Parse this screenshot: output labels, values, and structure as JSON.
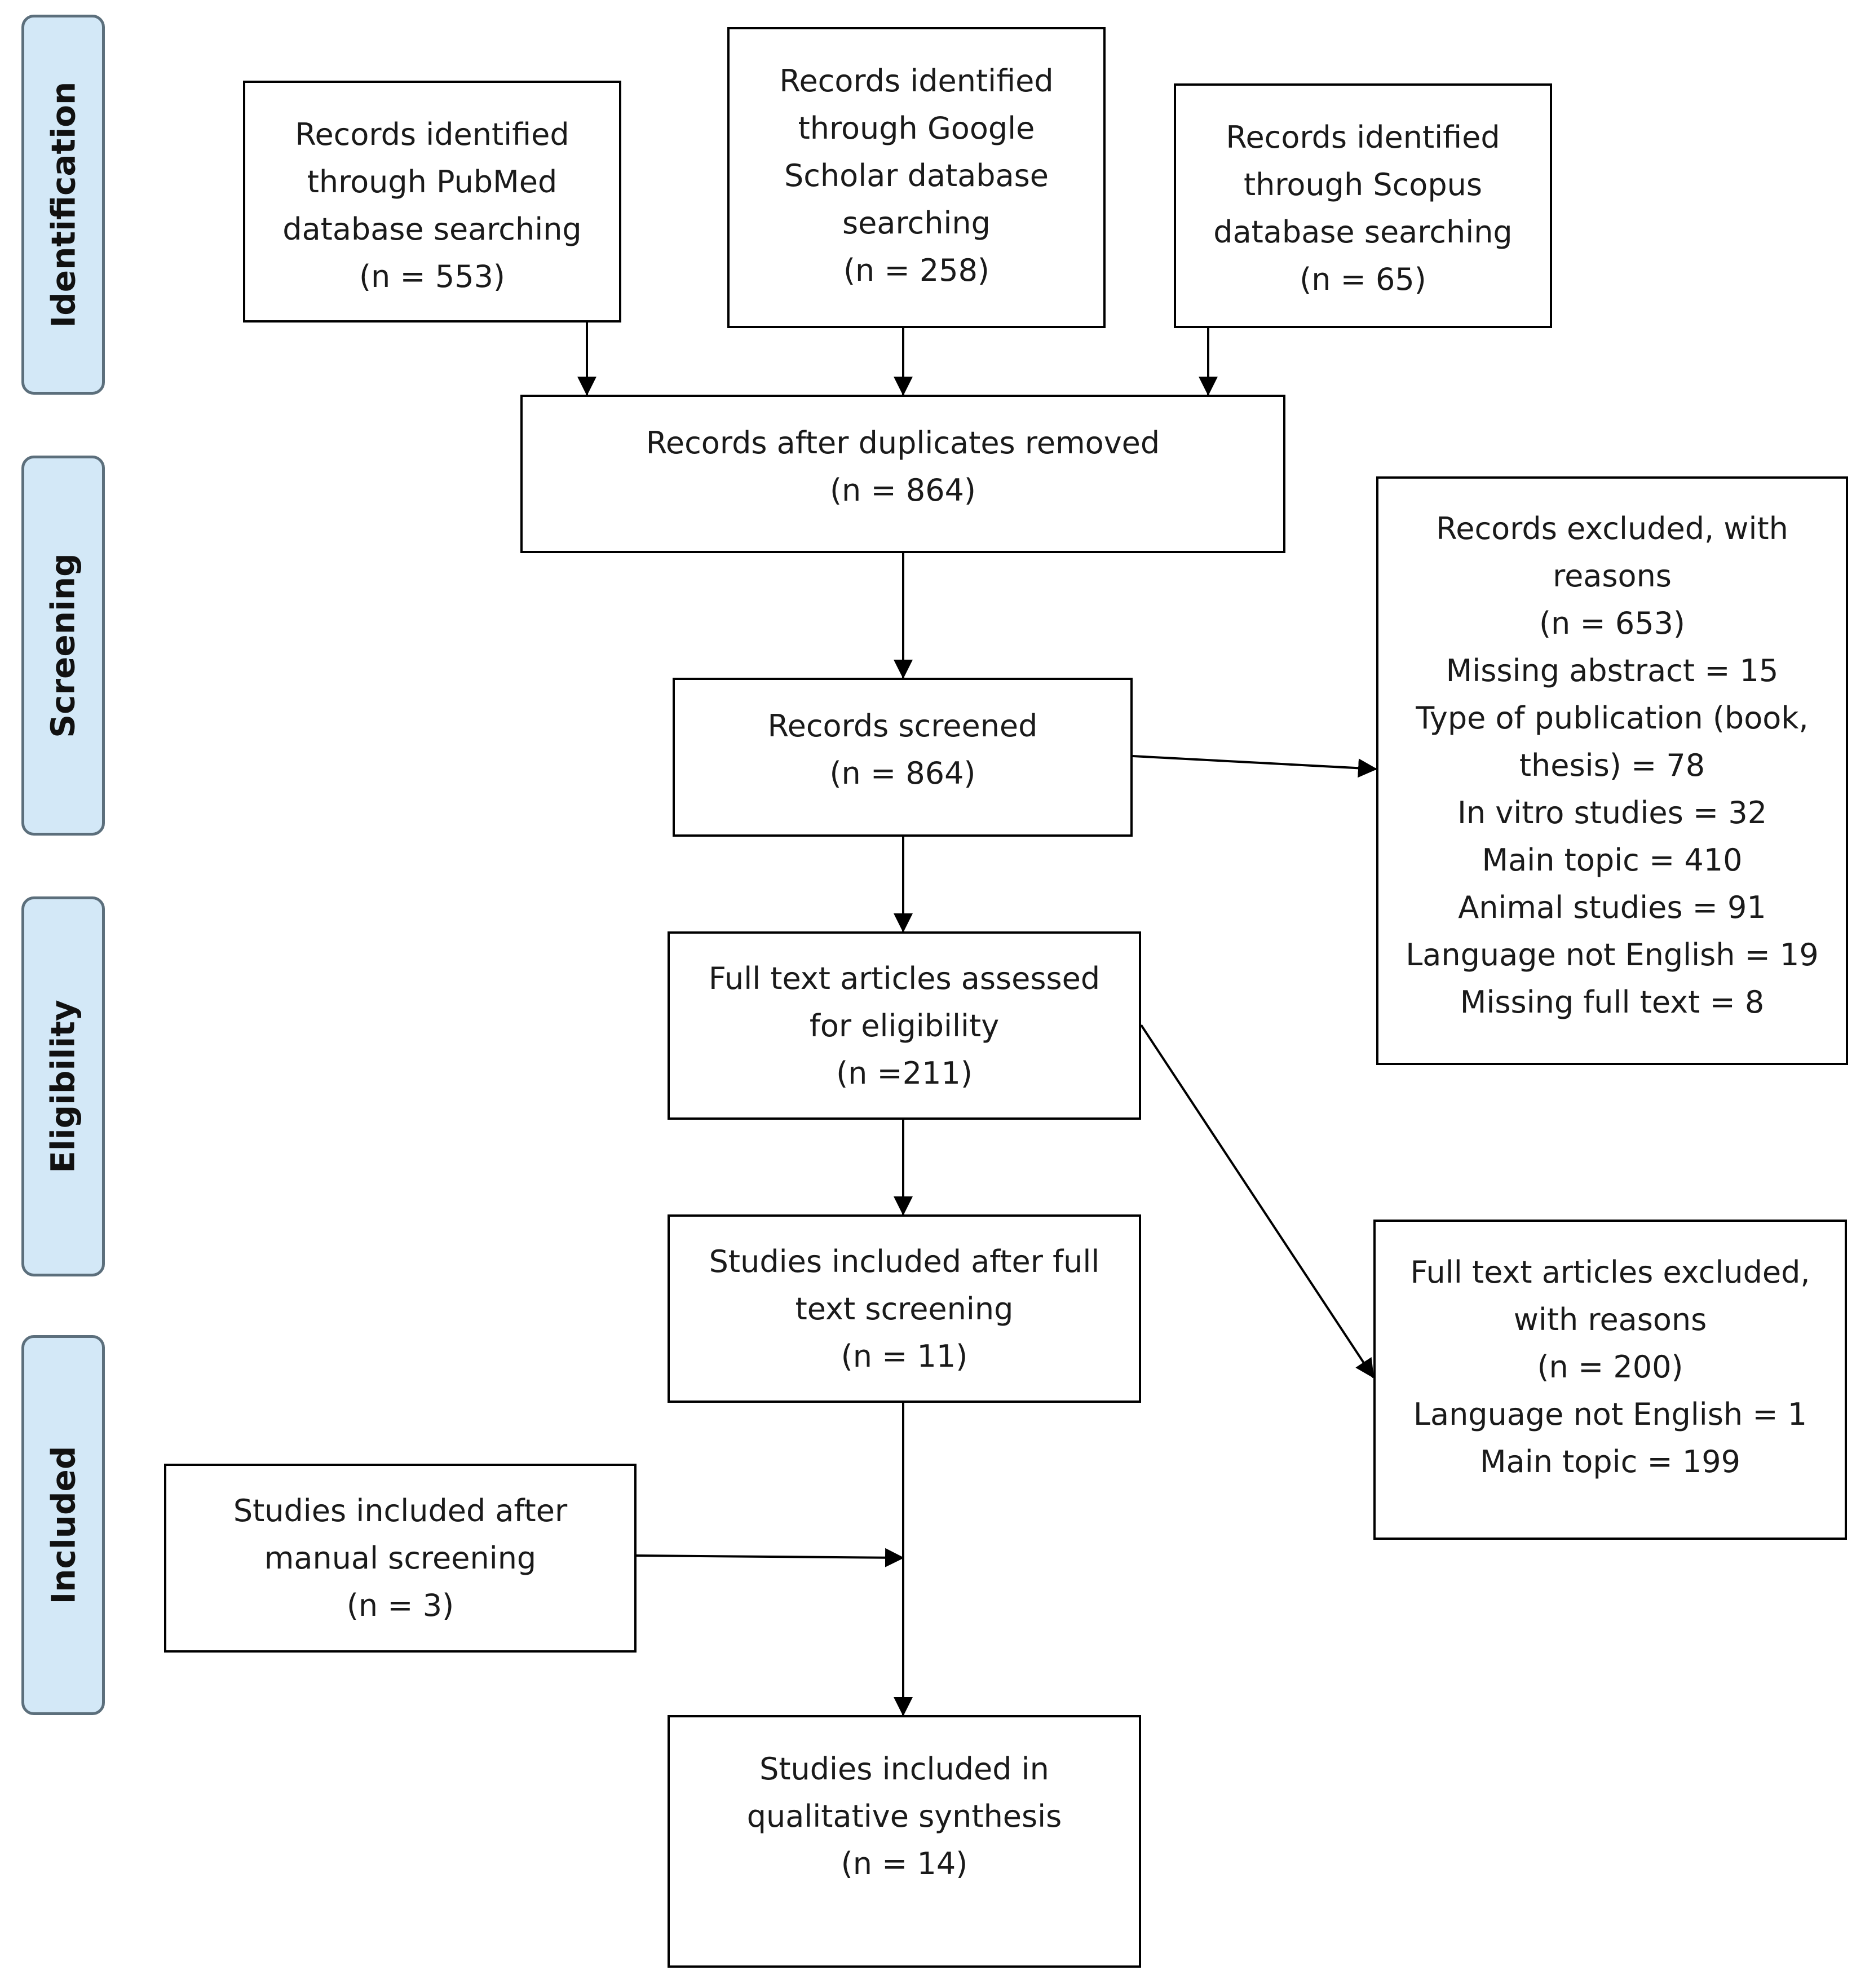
{
  "stages": {
    "identification": "Identification",
    "screening": "Screening",
    "eligibility": "Eligibility",
    "included": "Included"
  },
  "boxes": {
    "pubmed": [
      "Records identified",
      "through PubMed",
      "database searching",
      "(n = 553)"
    ],
    "google_scholar": [
      "Records identified",
      "through Google",
      "Scholar database",
      "searching",
      "(n = 258)"
    ],
    "scopus": [
      "Records identified",
      "through Scopus",
      "database searching",
      "(n = 65)"
    ],
    "duplicates_removed": [
      "Records after duplicates removed",
      "(n = 864)"
    ],
    "records_screened": [
      "Records screened",
      "(n = 864)"
    ],
    "records_excluded": [
      "Records excluded, with",
      "reasons",
      "(n = 653)",
      "Missing abstract = 15",
      "Type of publication (book,",
      "thesis) = 78",
      "In vitro studies = 32",
      "Main topic = 410",
      "Animal studies = 91",
      "Language not English = 19",
      "Missing full text = 8"
    ],
    "full_text_assessed": [
      "Full text articles assessed",
      "for eligibility",
      "(n =211)"
    ],
    "full_text_excluded": [
      "Full text articles excluded,",
      "with reasons",
      "(n = 200)",
      "Language not English = 1",
      "Main topic = 199"
    ],
    "included_full_text": [
      "Studies included after full",
      "text screening",
      "(n = 11)"
    ],
    "manual_screening": [
      "Studies included after",
      "manual screening",
      "(n = 3)"
    ],
    "qualitative_synthesis": [
      "Studies included in",
      "qualitative synthesis",
      "(n = 14)"
    ]
  }
}
